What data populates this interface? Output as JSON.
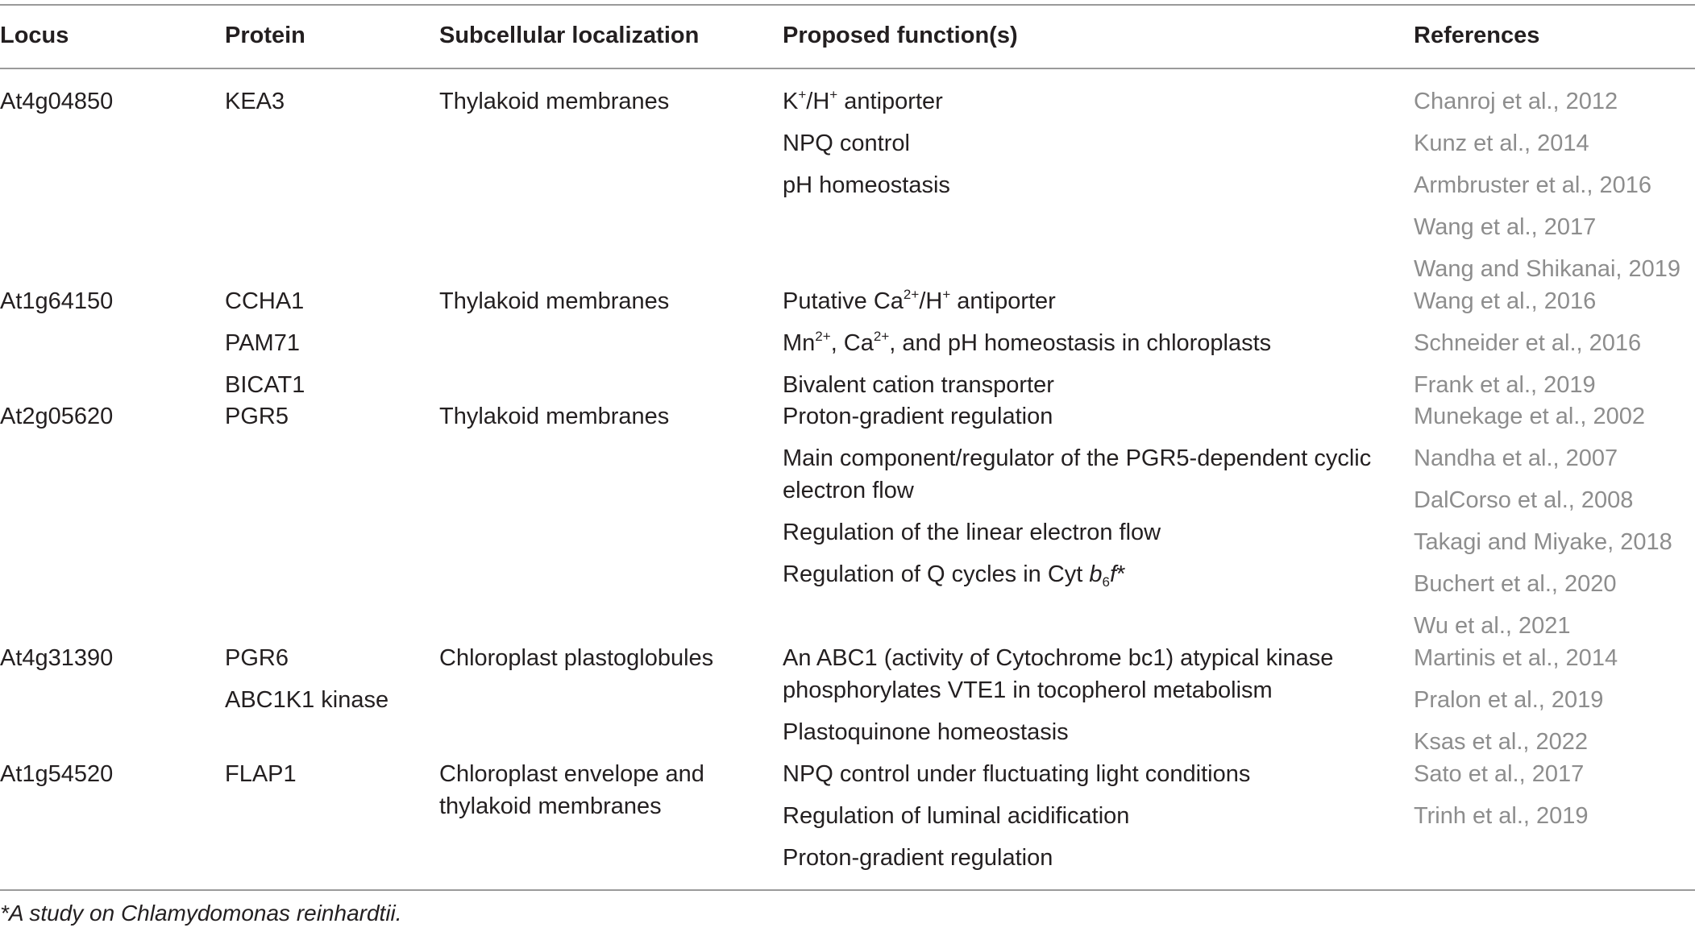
{
  "headers": {
    "locus": "Locus",
    "protein": "Protein",
    "localization": "Subcellular localization",
    "function": "Proposed function(s)",
    "references": "References"
  },
  "rows": [
    {
      "locus": "At4g04850",
      "proteins": [
        "KEA3"
      ],
      "localization": [
        "Thylakoid membranes"
      ],
      "functions": {
        "f0_pre": "K",
        "f0_sup1": "+",
        "f0_mid": "/H",
        "f0_sup2": "+",
        "f0_post": " antiporter",
        "f1": "NPQ control",
        "f2": "pH homeostasis"
      },
      "references": [
        "Chanroj et al., 2012",
        "Kunz et al., 2014",
        "Armbruster et al., 2016",
        "Wang et al., 2017",
        "Wang and Shikanai, 2019"
      ]
    },
    {
      "locus": "At1g64150",
      "proteins": [
        "CCHA1",
        "PAM71",
        "BICAT1"
      ],
      "localization": [
        "Thylakoid membranes"
      ],
      "functions": {
        "f0_pre": "Putative Ca",
        "f0_sup1": "2+",
        "f0_mid": "/H",
        "f0_sup2": "+",
        "f0_post": " antiporter",
        "f1_pre": "Mn",
        "f1_sup1": "2+",
        "f1_mid": ", Ca",
        "f1_sup2": "2+",
        "f1_post": ", and pH homeostasis in chloroplasts",
        "f2": "Bivalent cation transporter"
      },
      "references": [
        "Wang et al., 2016",
        "Schneider et al., 2016",
        "Frank et al., 2019"
      ]
    },
    {
      "locus": "At2g05620",
      "proteins": [
        "PGR5"
      ],
      "localization": [
        "Thylakoid membranes"
      ],
      "functions": {
        "f0": "Proton-gradient regulation",
        "f1_line1": "Main component/regulator of the PGR5-dependent cyclic",
        "f1_line2": "electron flow",
        "f2": "Regulation of the linear electron flow",
        "f3_pre": "Regulation of Q cycles in Cyt ",
        "f3_b": "b",
        "f3_sub": "6",
        "f3_f": "f",
        "f3_star": "*"
      },
      "references": [
        "Munekage et al., 2002",
        "Nandha et al., 2007",
        "DalCorso et al., 2008",
        "Takagi and Miyake, 2018",
        "Buchert et al., 2020",
        "Wu et al., 2021"
      ]
    },
    {
      "locus": "At4g31390",
      "proteins": [
        "PGR6",
        "ABC1K1 kinase"
      ],
      "localization": [
        "Chloroplast plastoglobules"
      ],
      "functions": {
        "f0_line1": "An ABC1 (activity of Cytochrome bc1) atypical kinase",
        "f0_line2": "phosphorylates VTE1 in tocopherol metabolism",
        "f1": "Plastoquinone homeostasis"
      },
      "references": [
        "Martinis et al., 2014",
        "Pralon et al., 2019",
        "Ksas et al., 2022"
      ]
    },
    {
      "locus": "At1g54520",
      "proteins": [
        "FLAP1"
      ],
      "localization": [
        "Chloroplast envelope and",
        "thylakoid membranes"
      ],
      "functions": {
        "f0": "NPQ control under fluctuating light conditions",
        "f1": "Regulation of luminal acidification",
        "f2": "Proton-gradient regulation"
      },
      "references": [
        "Sato et al., 2017",
        "Trinh et al., 2019"
      ]
    }
  ],
  "footnote": "*A study on Chlamydomonas reinhardtii."
}
